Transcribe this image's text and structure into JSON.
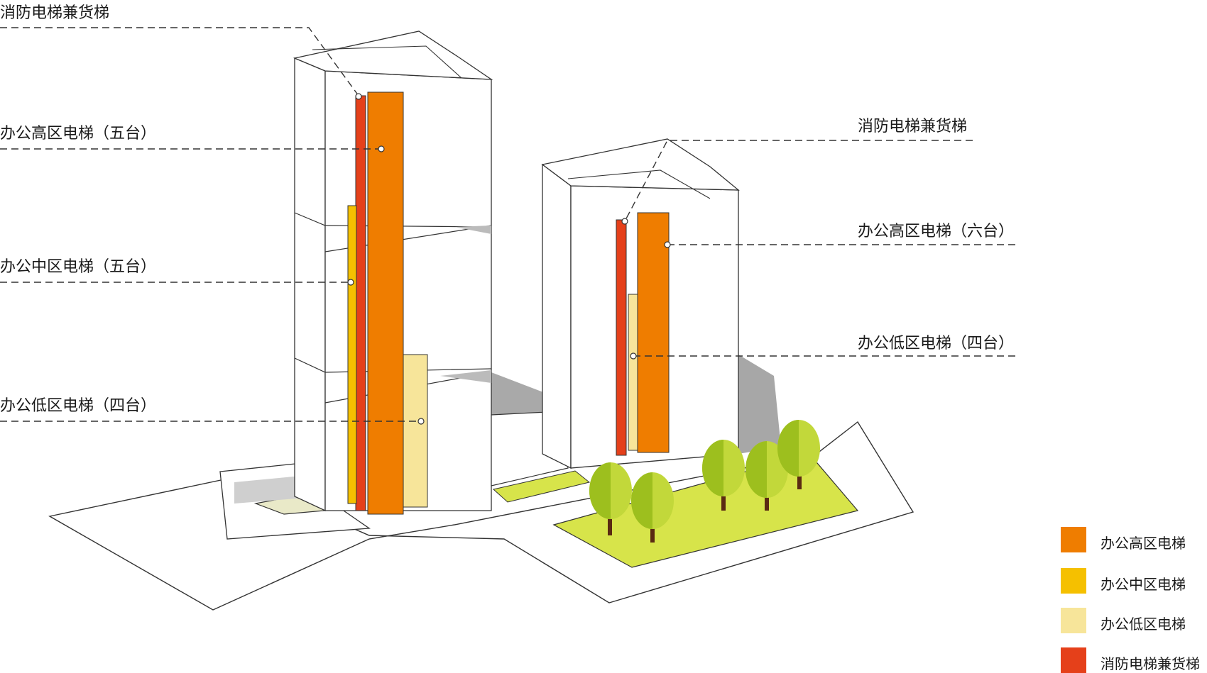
{
  "callouts": {
    "left_fire_freight": "消防电梯兼货梯",
    "left_high": "办公高区电梯（五台）",
    "left_mid": "办公中区电梯（五台）",
    "left_low": "办公低区电梯（四台）",
    "right_fire_freight": "消防电梯兼货梯",
    "right_high": "办公高区电梯（六台）",
    "right_low": "办公低区电梯（四台）"
  },
  "legend": {
    "items": [
      {
        "label": "办公高区电梯",
        "color": "#ef7d00"
      },
      {
        "label": "办公中区电梯",
        "color": "#f5c000"
      },
      {
        "label": "办公低区电梯",
        "color": "#f7e59a"
      },
      {
        "label": "消防电梯兼货梯",
        "color": "#e5401a"
      }
    ]
  },
  "colors": {
    "high_zone": "#ef7d00",
    "mid_zone": "#f5c000",
    "low_zone": "#f7e59a",
    "fire_freight": "#e5401a",
    "lawn": "#d7e44a",
    "tree_crown_dark": "#9dbf1e",
    "tree_crown_light": "#c2d83a",
    "tree_trunk": "#5a2a12",
    "shadow": "#a8a8a8",
    "outline": "#333333"
  }
}
